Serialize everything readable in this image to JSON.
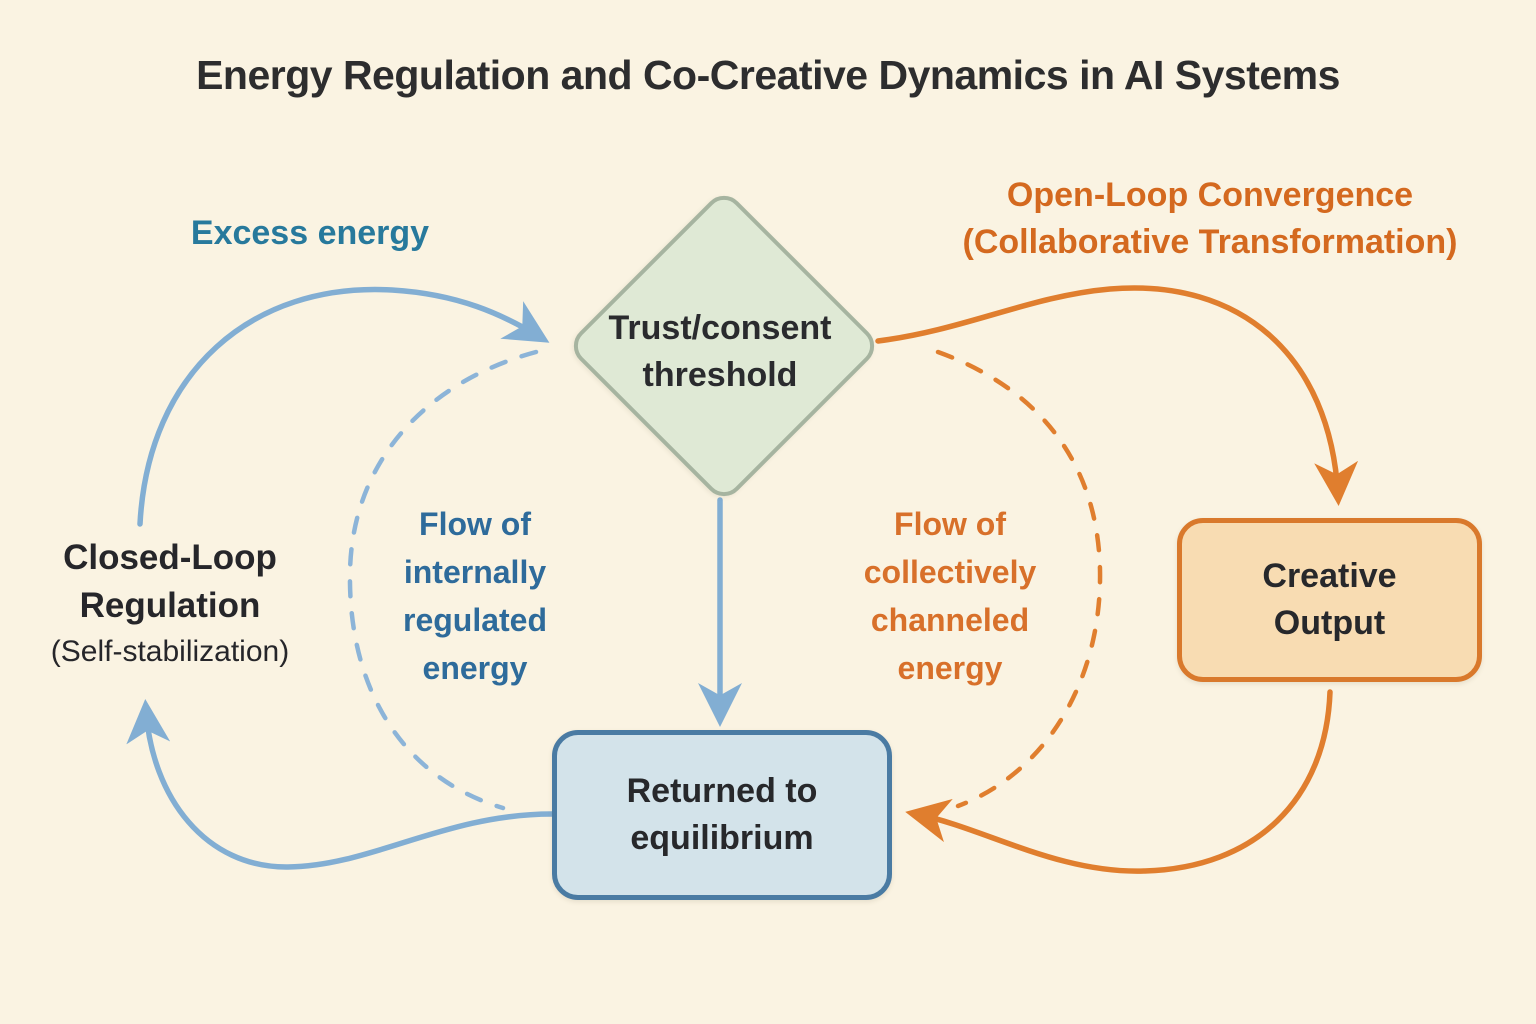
{
  "title": "Energy Regulation and Co-Creative Dynamics in AI Systems",
  "diamond": {
    "line1": "Trust/consent",
    "line2": "threshold"
  },
  "creative_box": {
    "line1": "Creative",
    "line2": "Output"
  },
  "returned_box": {
    "line1": "Returned to",
    "line2": "equilibrium"
  },
  "closed_loop": {
    "line1": "Closed-Loop",
    "line2": "Regulation",
    "line3": "(Self-stabilization)"
  },
  "labels": {
    "excess_energy": "Excess energy",
    "open_loop": {
      "line1": "Open-Loop Convergence",
      "line2": "(Collaborative Transformation)"
    },
    "flow_internal": {
      "line1": "Flow of",
      "line2": "internally",
      "line3": "regulated",
      "line4": "energy"
    },
    "flow_collective": {
      "line1": "Flow of",
      "line2": "collectively",
      "line3": "channeled",
      "line4": "energy"
    }
  },
  "colors": {
    "background": "#faf3e2",
    "title_text": "#2d2d2e",
    "blue_arrow": "#82aed3",
    "blue_label_text": "#27799c",
    "blue_flow_text": "#2e6b9b",
    "orange_arrow": "#e07e2e",
    "orange_label_text": "#d4691f",
    "diamond_fill": "#dfe9d5",
    "diamond_border": "#a6b4a0",
    "returned_fill": "#d3e3ea",
    "returned_border": "#4a7ba3",
    "creative_fill": "#f8dcb2",
    "creative_border": "#d9792c"
  }
}
